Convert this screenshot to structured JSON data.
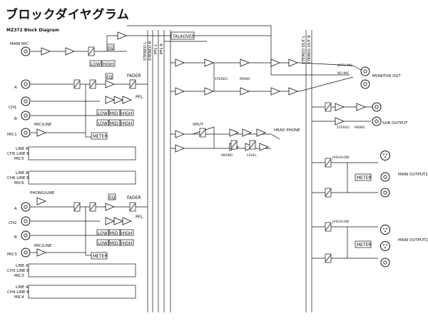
{
  "page": {
    "title": "ブロックダイヤグラム",
    "subtitle": "MZ372 Block Diagram"
  },
  "labels": {
    "main_mic": "MAIN MIC",
    "eq": "EQ",
    "low": "LOW",
    "mid": "MID",
    "high": "HIGH",
    "fader": "FADER",
    "pfl": "PFL",
    "meter": "METER",
    "talkover": "TALKOVER",
    "stereo_l": "STEREO L",
    "stereo_r": "STEREO R",
    "pfl_l": "PFL L",
    "pfl_r": "PFL R",
    "stereo_out_l": "STEREO OUT L",
    "stereo_out_r": "STEREO OUT R",
    "with_mic": "WITH MIC",
    "no_mic": "NO MIC",
    "monitor_out": "MONITOR OUT",
    "stereo": "STEREO",
    "mono": "MONO",
    "sub_output": "SUB OUTPUT",
    "split": "SPLIT",
    "head_phone": "HEAD PHONE",
    "mixing": "MIXING",
    "level": "LEVEL",
    "high_low": "HIGH/LOW",
    "main_output1": "MAIN OUTPUT1",
    "main_output2": "MAIN OUTPUT2",
    "mic_line": "MIC/LINE",
    "phono_line": "PHONO/LINE",
    "a": "A",
    "b": "B",
    "ch1": "CH1",
    "ch2": "CH2",
    "mic1": "MIC1",
    "mic3": "MIC3",
    "line_a": "LINE A",
    "ch5_line_b": "CH5 LINE B",
    "mic5": "MIC5",
    "ch6_line_b": "CH6 LINE B",
    "mic6": "MIC6",
    "ch3_line_b": "CH3 LINE B",
    "ch4_line_b": "CH4 LINE B",
    "mic4": "MIC4"
  },
  "colors": {
    "line": "#111111",
    "panel": "#ffffff"
  }
}
